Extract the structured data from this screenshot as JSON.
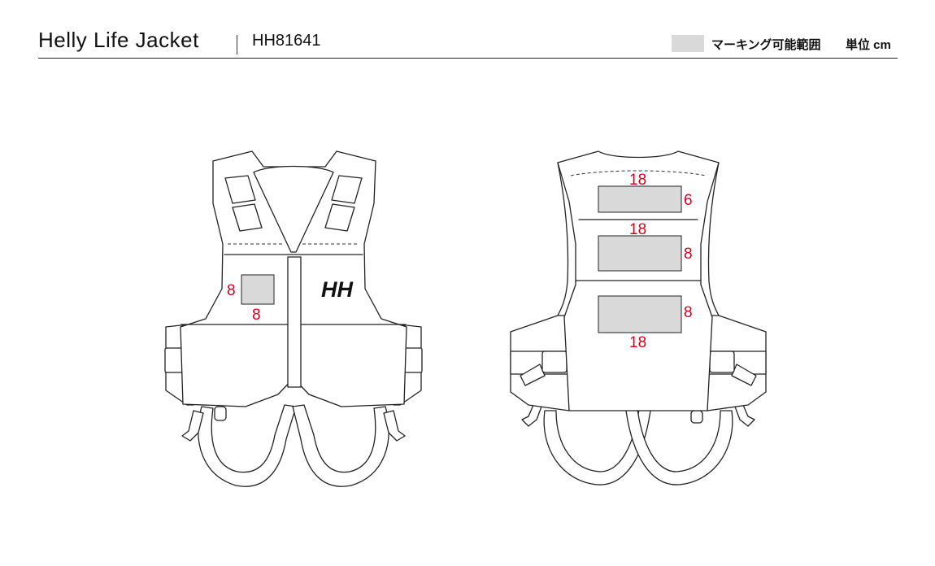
{
  "header": {
    "title": "Helly Life Jacket",
    "model": "HH81641",
    "legend_label": "マーキング可能範囲",
    "unit_label": "単位 cm"
  },
  "colors": {
    "marking_area": "#d9d9d9",
    "dimension_text": "#d7001c",
    "outline": "#222222"
  },
  "front": {
    "logo": "HH",
    "chest_mark": {
      "height": "8",
      "width": "8"
    }
  },
  "back": {
    "upper_mark": {
      "width": "18",
      "height": "6"
    },
    "middle_mark": {
      "width": "18",
      "height": "8"
    },
    "lower_mark": {
      "width": "18",
      "height": "8"
    }
  }
}
